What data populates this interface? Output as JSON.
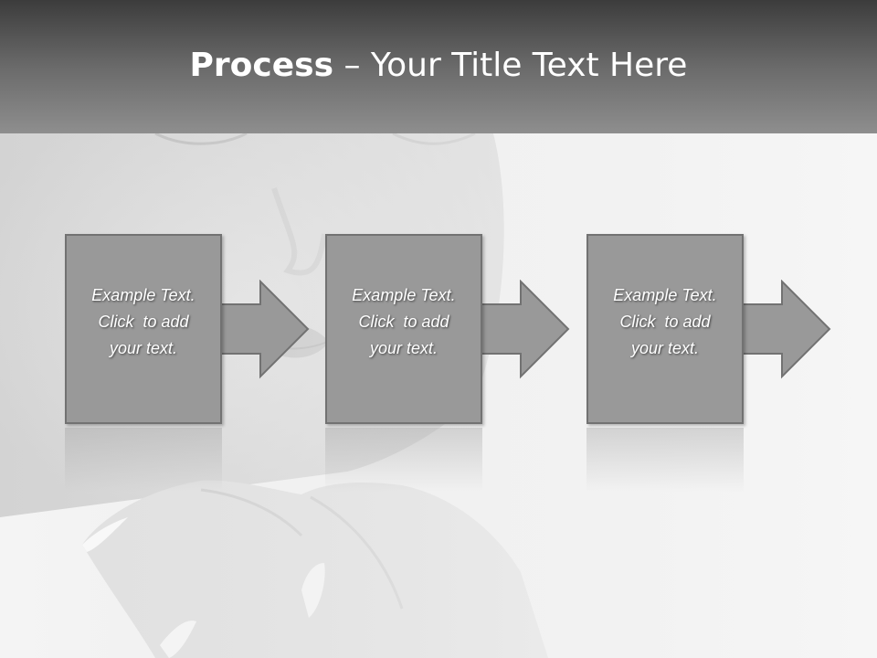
{
  "slide": {
    "title_bold": "Process",
    "title_rest": " – Your Title Text Here"
  },
  "steps": [
    {
      "line1": "Example Text.",
      "line2": "Click  to add",
      "line3": "your text."
    },
    {
      "line1": "Example Text.",
      "line2": "Click  to add",
      "line3": "your text."
    },
    {
      "line1": "Example Text.",
      "line2": "Click  to add",
      "line3": "your text."
    }
  ],
  "colors": {
    "header_dark": "#3c3c3c",
    "header_light": "#8e8e8e",
    "box_fill": "#999999",
    "box_border": "#727272",
    "text": "#ffffff"
  },
  "background_image": "grayscale-face-and-hands-photo"
}
